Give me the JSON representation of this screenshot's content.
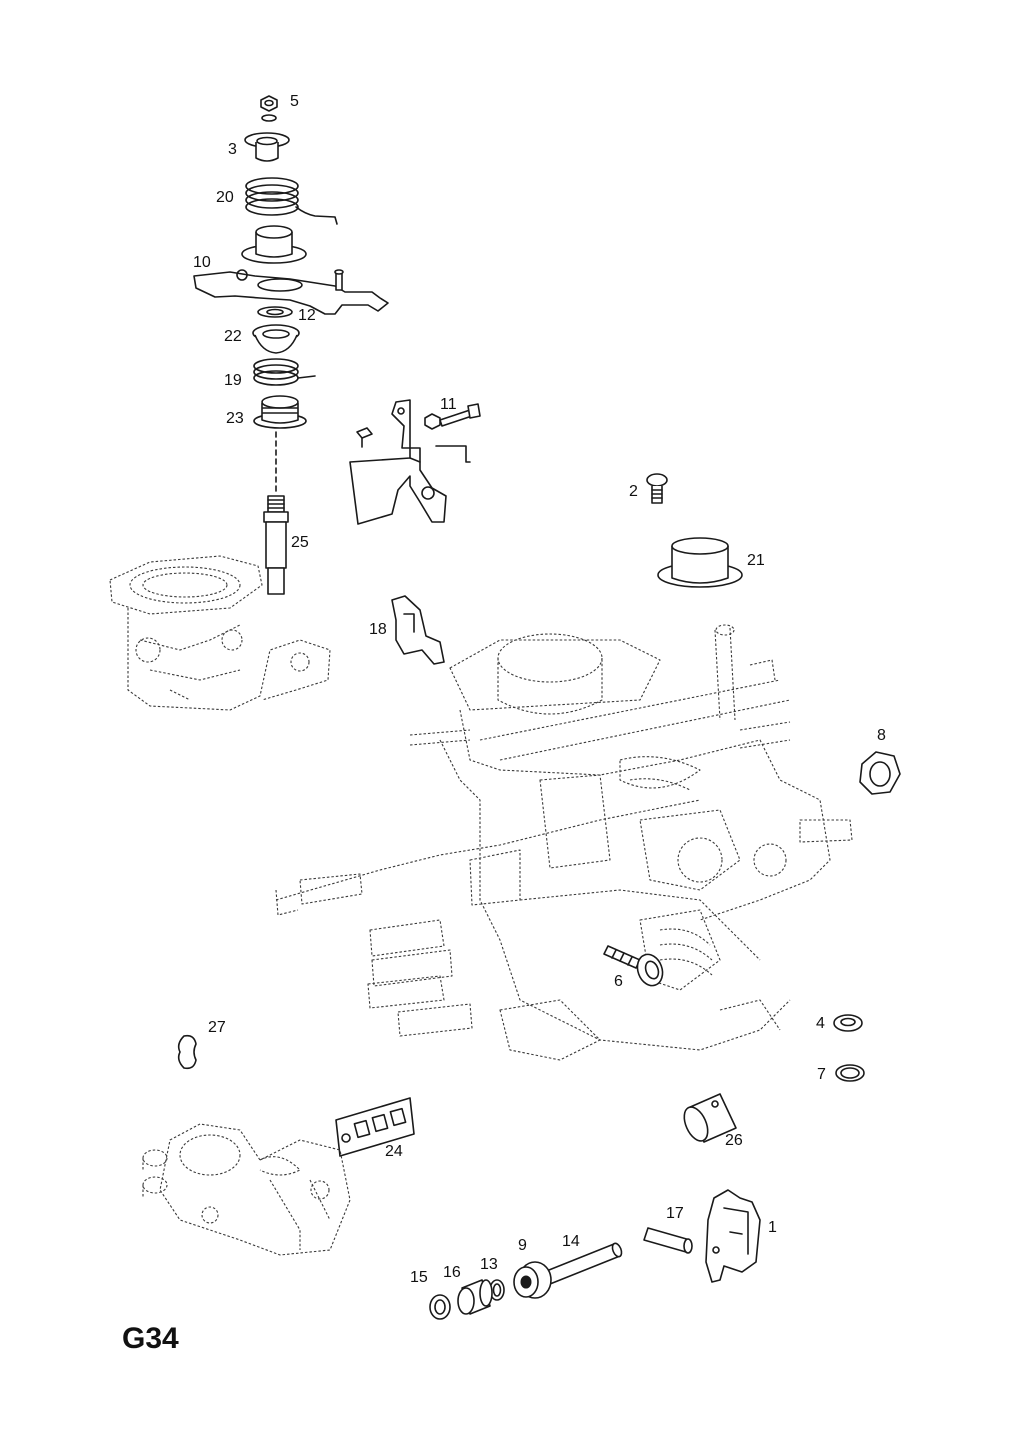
{
  "diagram": {
    "code": "G34",
    "callouts": [
      "5",
      "3",
      "20",
      "10",
      "12",
      "22",
      "19",
      "23",
      "25",
      "11",
      "2",
      "21",
      "18",
      "8",
      "6",
      "4",
      "7",
      "27",
      "24",
      "26",
      "17",
      "1",
      "14",
      "9",
      "13",
      "16",
      "15"
    ]
  }
}
